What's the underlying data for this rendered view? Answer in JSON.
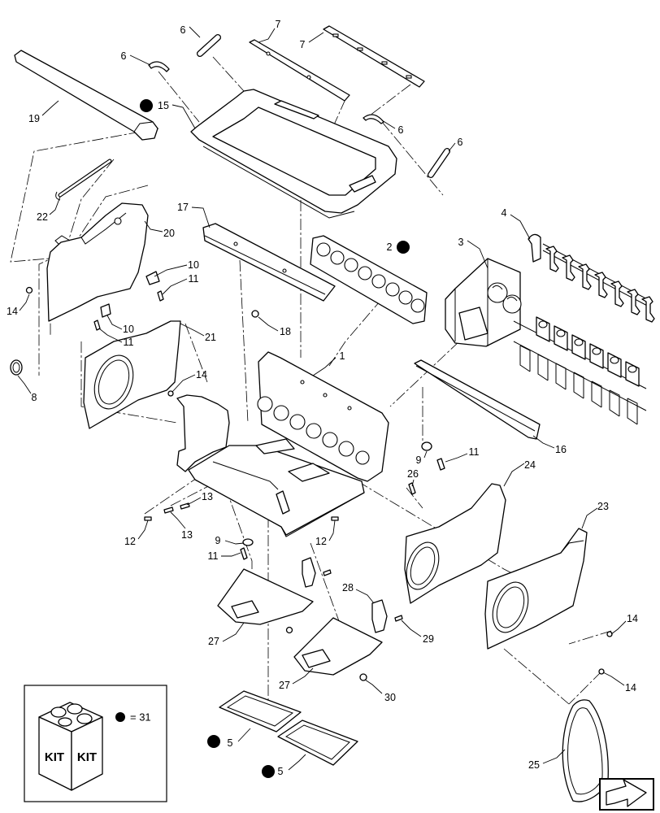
{
  "callouts": [
    "6",
    "7",
    "7",
    "6",
    "19",
    "15",
    "6",
    "6",
    "22",
    "20",
    "17",
    "2",
    "4",
    "3",
    "10",
    "11",
    "14",
    "10",
    "11",
    "18",
    "21",
    "1",
    "14",
    "8",
    "16",
    "9",
    "11",
    "26",
    "24",
    "23",
    "13",
    "13",
    "12",
    "9",
    "11",
    "12",
    "28",
    "29",
    "27",
    "14",
    "27",
    "30",
    "14",
    "5",
    "5",
    "25"
  ],
  "kit_box": {
    "label_left": "KIT",
    "label_right": "KIT",
    "equation": "= 31"
  },
  "colors": {
    "line": "#000000",
    "background": "#ffffff"
  },
  "icons": {
    "kit_icon": "kit-box-icon",
    "bullet": "filled-circle-icon",
    "navigation": "next-page-arrow-icon"
  }
}
